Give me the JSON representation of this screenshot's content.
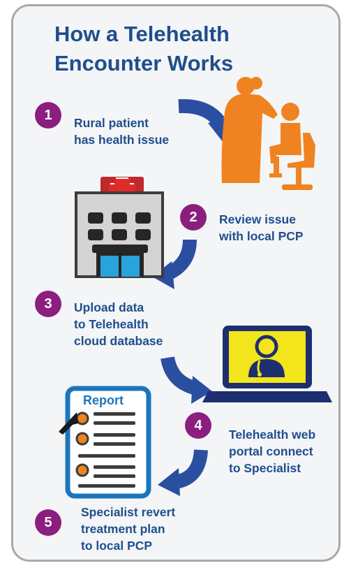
{
  "title": "How a Telehealth Encounter Works",
  "report_label": "Report",
  "steps": [
    {
      "number": "1",
      "text": "Rural patient\nhas health issue"
    },
    {
      "number": "2",
      "text": "Review issue\nwith local PCP"
    },
    {
      "number": "3",
      "text": "Upload data\n to Telehealth\ncloud database"
    },
    {
      "number": "4",
      "text": "Telehealth web\nportal connect\nto Specialist"
    },
    {
      "number": "5",
      "text": "Specialist revert\ntreatment plan\nto local PCP"
    }
  ],
  "colors": {
    "title": "#1f4e8c",
    "badge": "#8b1e7e",
    "arrow": "#2b4fa0",
    "patient_orange": "#f08321",
    "laptop_screen": "#f2e51c",
    "report_border": "#1b75bb"
  },
  "icons": [
    "patient-doctor-icon",
    "hospital-icon",
    "laptop-doctor-icon",
    "report-icon",
    "cursor-icon"
  ]
}
